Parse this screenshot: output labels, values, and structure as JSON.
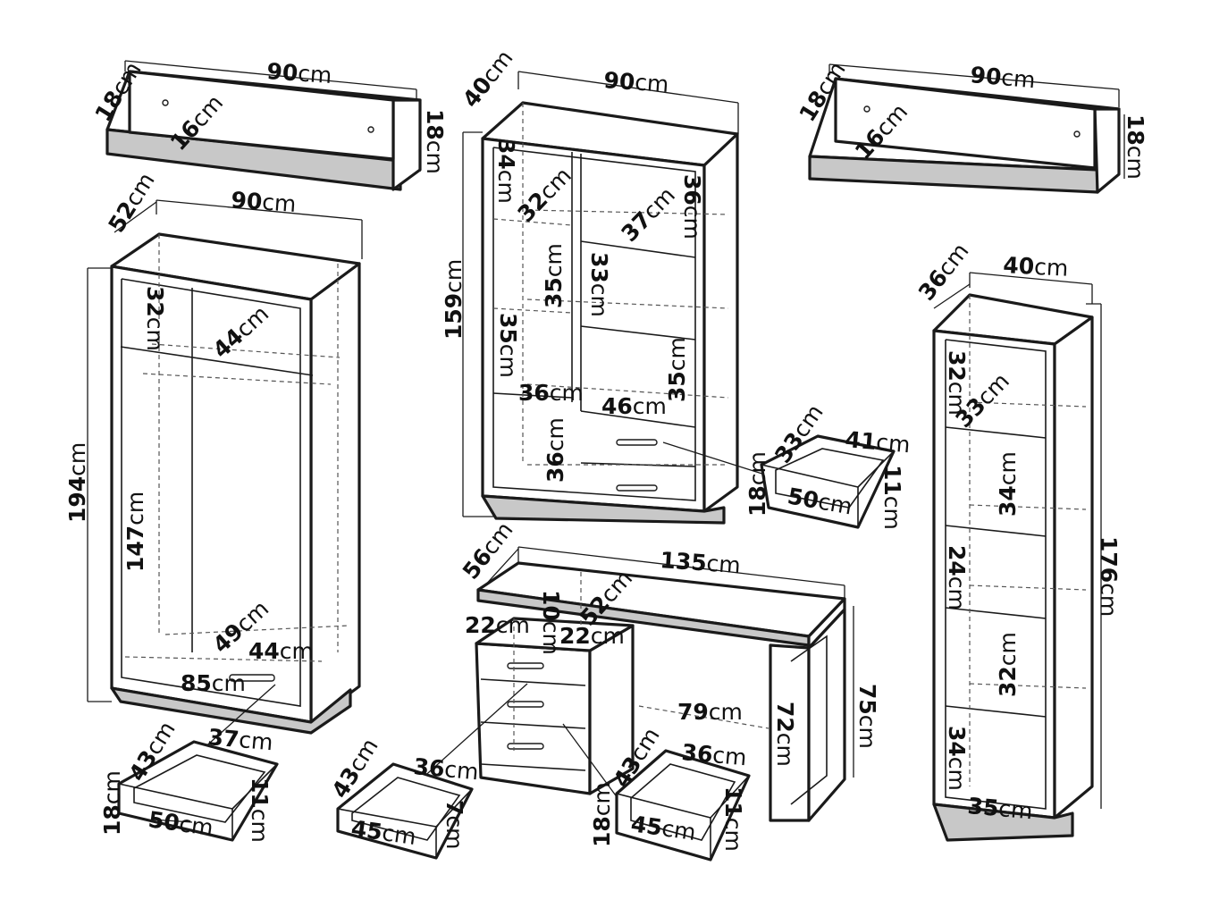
{
  "labels": {
    "shelf_left": {
      "width": [
        "90",
        "cm"
      ],
      "height_left": [
        "18",
        "cm"
      ],
      "depth": [
        "16",
        "cm"
      ],
      "height_right": [
        "18",
        "cm"
      ]
    },
    "shelf_right": {
      "width": [
        "90",
        "cm"
      ],
      "height_left": [
        "18",
        "cm"
      ],
      "depth": [
        "16",
        "cm"
      ],
      "height_right": [
        "18",
        "cm"
      ]
    },
    "wardrobe": {
      "depth": [
        "52",
        "cm"
      ],
      "width": [
        "90",
        "cm"
      ],
      "height": [
        "194",
        "cm"
      ],
      "top_space": [
        "32",
        "cm"
      ],
      "rail_depth": [
        "44",
        "cm"
      ],
      "hanging": [
        "147",
        "cm"
      ],
      "inner_depth": [
        "49",
        "cm"
      ],
      "inner_width": [
        "44",
        "cm"
      ],
      "bottom_width": [
        "85",
        "cm"
      ]
    },
    "wardrobe_drawer": {
      "depth": [
        "43",
        "cm"
      ],
      "width": [
        "37",
        "cm"
      ],
      "height_left": [
        "18",
        "cm"
      ],
      "height_right": [
        "11",
        "cm"
      ],
      "length": [
        "50",
        "cm"
      ]
    },
    "bookcase": {
      "depth": [
        "40",
        "cm"
      ],
      "width": [
        "90",
        "cm"
      ],
      "height": [
        "159",
        "cm"
      ],
      "c1": [
        "34",
        "cm"
      ],
      "c2": [
        "32",
        "cm"
      ],
      "c3": [
        "36",
        "cm"
      ],
      "c4": [
        "37",
        "cm"
      ],
      "c5": [
        "35",
        "cm"
      ],
      "c6": [
        "33",
        "cm"
      ],
      "c7": [
        "35",
        "cm"
      ],
      "c8": [
        "35",
        "cm"
      ],
      "c9": [
        "36",
        "cm"
      ],
      "c10": [
        "46",
        "cm"
      ],
      "c11": [
        "36",
        "cm"
      ]
    },
    "bookcase_drawer": {
      "depth": [
        "33",
        "cm"
      ],
      "width": [
        "41",
        "cm"
      ],
      "height_left": [
        "18",
        "cm"
      ],
      "height_right": [
        "11",
        "cm"
      ],
      "length": [
        "50",
        "cm"
      ]
    },
    "tall_shelf": {
      "depth": [
        "36",
        "cm"
      ],
      "width": [
        "40",
        "cm"
      ],
      "height": [
        "176",
        "cm"
      ],
      "s1": [
        "32",
        "cm"
      ],
      "s1_depth": [
        "33",
        "cm"
      ],
      "s2": [
        "34",
        "cm"
      ],
      "s3": [
        "24",
        "cm"
      ],
      "s4": [
        "32",
        "cm"
      ],
      "s5": [
        "34",
        "cm"
      ],
      "bottom": [
        "35",
        "cm"
      ]
    },
    "desk": {
      "depth": [
        "56",
        "cm"
      ],
      "width": [
        "135",
        "cm"
      ],
      "gap": [
        "10",
        "cm"
      ],
      "top_depth": [
        "52",
        "cm"
      ],
      "ped_w1": [
        "22",
        "cm"
      ],
      "ped_w2": [
        "22",
        "cm"
      ],
      "knee": [
        "79",
        "cm"
      ],
      "inner_h": [
        "72",
        "cm"
      ],
      "height": [
        "75",
        "cm"
      ]
    },
    "desk_drawer_1": {
      "depth": [
        "43",
        "cm"
      ],
      "width": [
        "36",
        "cm"
      ],
      "length": [
        "45",
        "cm"
      ],
      "height_right": [
        "7",
        "cm"
      ]
    },
    "desk_drawer_2": {
      "depth": [
        "43",
        "cm"
      ],
      "width": [
        "36",
        "cm"
      ],
      "height_left": [
        "18",
        "cm"
      ],
      "length": [
        "45",
        "cm"
      ],
      "height_right": [
        "11",
        "cm"
      ]
    }
  }
}
